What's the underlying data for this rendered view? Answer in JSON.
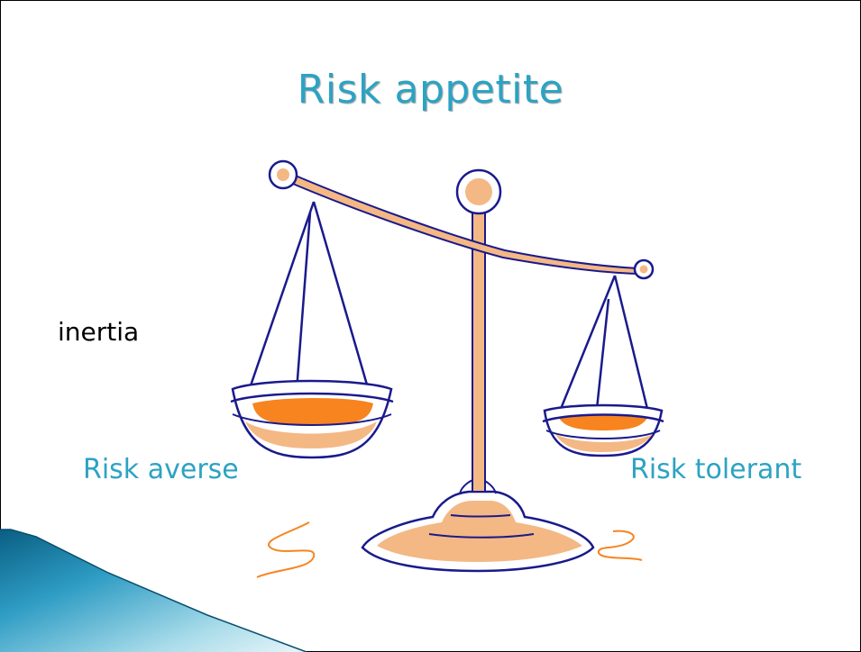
{
  "slide": {
    "title": "Risk appetite",
    "labels": {
      "inertia": "inertia",
      "risk_averse": "Risk averse",
      "risk_tolerant": "Risk tolerant"
    }
  },
  "colors": {
    "title": "#2ca3c2",
    "label_accent": "#2ca3c2",
    "outline": "#1a1a8c",
    "fill_light": "#f4b885",
    "fill_orange": "#f7841f",
    "corner_wedge": "#1e7fa8"
  },
  "icons": [
    "balance-scale-icon"
  ]
}
